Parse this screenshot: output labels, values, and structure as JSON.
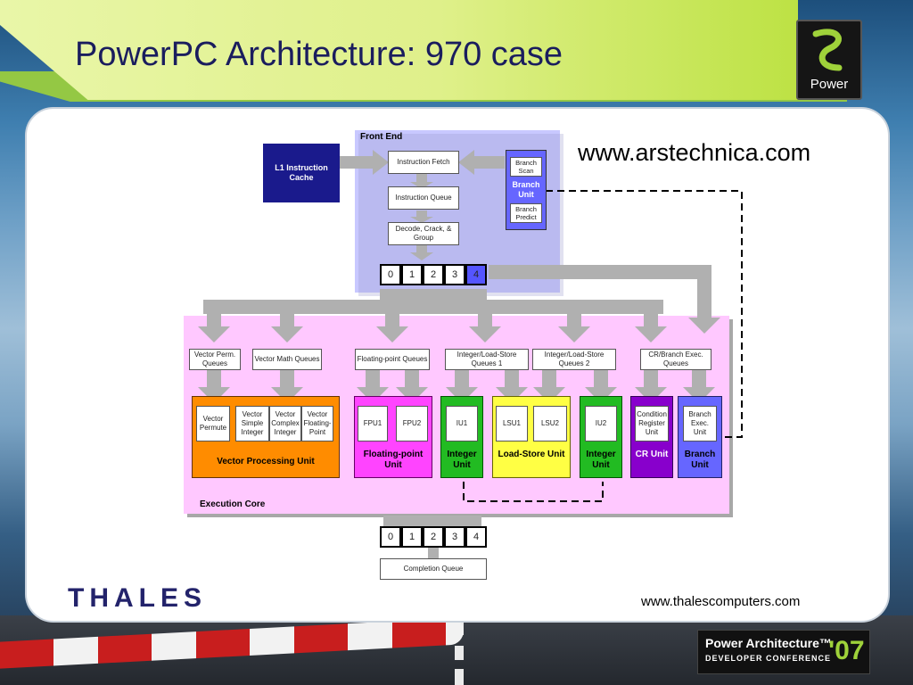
{
  "slide": {
    "title": "PowerPC Architecture: 970 case",
    "url_top": "www.arstechnica.com",
    "url_bottom": "www.thalescomputers.com",
    "company": "THALES",
    "logo_power": "Power",
    "conference_line1": "Power Architecture™",
    "conference_line2": "DEVELOPER CONFERENCE",
    "conference_year": "'07"
  },
  "diagram": {
    "front_end_label": "Front End",
    "execution_core_label": "Execution Core",
    "l1_cache": "L1 Instruction Cache",
    "instruction_fetch": "Instruction Fetch",
    "instruction_queue": "Instruction Queue",
    "decode": "Decode, Crack, & Group",
    "branch_scan": "Branch Scan",
    "branch_unit": "Branch Unit",
    "branch_predict": "Branch Predict",
    "dispatch_slots": [
      "0",
      "1",
      "2",
      "3",
      "4"
    ],
    "completion_slots": [
      "0",
      "1",
      "2",
      "3",
      "4"
    ],
    "completion_queue": "Completion Queue",
    "queues": {
      "vector_perm": "Vector Perm. Queues",
      "vector_math": "Vector Math Queues",
      "fp": "Floating-point Queues",
      "ils1": "Integer/Load-Store Queues 1",
      "ils2": "Integer/Load-Store Queues 2",
      "cr_branch": "CR/Branch Exec. Queues"
    },
    "units": {
      "vector_permute": "Vector Permute",
      "vector_simple": "Vector Simple Integer",
      "vector_complex": "Vector Complex Integer",
      "vector_fp": "Vector Floating-Point",
      "vpu": "Vector Processing Unit",
      "fpu1": "FPU1",
      "fpu2": "FPU2",
      "fpu_label": "Floating-point Unit",
      "iu1": "IU1",
      "integer_unit1": "Integer Unit",
      "lsu1": "LSU1",
      "lsu2": "LSU2",
      "ls_label": "Load-Store Unit",
      "iu2": "IU2",
      "integer_unit2": "Integer Unit",
      "cond_reg": "Condition Register Unit",
      "cr_label": "CR Unit",
      "branch_exec": "Branch Exec. Unit",
      "branch_label": "Branch Unit"
    },
    "colors": {
      "front_end_bg": "#c8c8ff",
      "exec_core_bg": "#ffc8ff",
      "l1_cache": "#1a1a8c",
      "vpu": "#ff8c00",
      "fpu": "#ff44ff",
      "integer": "#22bb22",
      "load_store": "#ffff44",
      "cr": "#8800cc",
      "branch": "#6666ff",
      "arrow": "#b0b0b0"
    }
  }
}
